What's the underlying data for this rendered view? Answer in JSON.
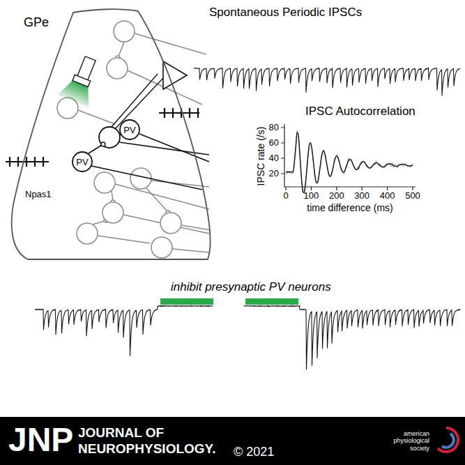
{
  "diagram": {
    "nodes": [
      {
        "text": [
          "GPe"
        ]
      },
      {
        "text": [
          "PV"
        ],
        "in": 0
      },
      {
        "text": [
          "PV"
        ],
        "in": 0
      }
    ],
    "labels": [
      "Spontaneous Periodic IPSCs",
      "IPSC Autocorrelation",
      "IPSC rate (/s)",
      "80",
      "60",
      "40",
      "20",
      "0",
      "100",
      "200",
      "300",
      "400",
      "500",
      "time difference (ms)",
      "Npas1",
      "inhibit presynaptic PV neurons",
      "JNP",
      "JOURNAL OF NEUROPHYSIOLOGY.",
      "© 2021",
      "american physiological society"
    ]
  }
}
